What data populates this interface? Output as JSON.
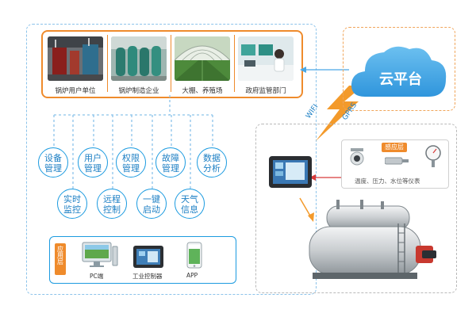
{
  "units": [
    {
      "label": "锅炉用户单位"
    },
    {
      "label": "锅炉制造企业"
    },
    {
      "label": "大棚、养殖场"
    },
    {
      "label": "政府监管部门"
    }
  ],
  "cloud": {
    "label": "云平台"
  },
  "links": {
    "wifi": "WIFI",
    "gprs": "GPRS"
  },
  "functions_row1": [
    "设备管理",
    "用户管理",
    "权限管理",
    "故障管理",
    "数据分析"
  ],
  "functions_row2": [
    "实时监控",
    "远程控制",
    "一键启动",
    "天气信息"
  ],
  "app_layer": {
    "tag": "应用层",
    "items": [
      {
        "label": "PC端"
      },
      {
        "label": "工业控制器"
      },
      {
        "label": "APP"
      }
    ]
  },
  "sensor_layer": {
    "tag": "感应层",
    "caption": "温度、压力、水位等仪表"
  },
  "colors": {
    "blue": "#1c9be0",
    "orange": "#ef8b2c",
    "cloud": "#4aa8e6"
  }
}
